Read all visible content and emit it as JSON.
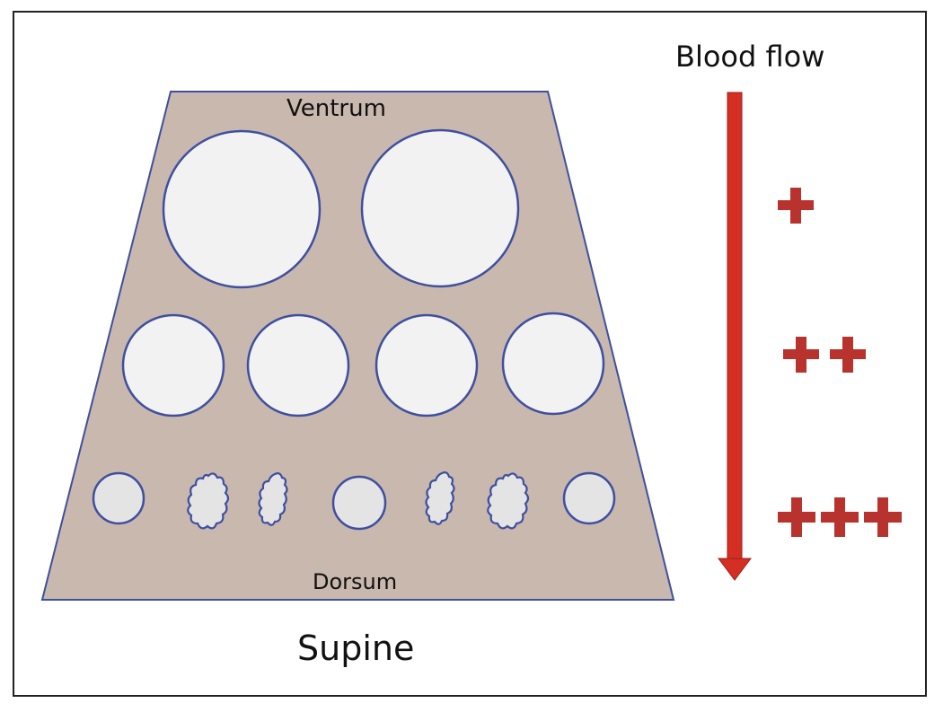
{
  "labels": {
    "top": "Ventrum",
    "bottom": "Dorsum",
    "position": "Supine",
    "flow": "Blood flow"
  },
  "gradient": [
    {
      "level": "ventral",
      "marker": "+",
      "count": 1
    },
    {
      "level": "middle",
      "marker": "++",
      "count": 2
    },
    {
      "level": "dorsal",
      "marker": "+++",
      "count": 3
    }
  ],
  "alveoli_rows": [
    {
      "row": "ventral",
      "count": 2,
      "state": "open-large"
    },
    {
      "row": "middle",
      "count": 4,
      "state": "open-medium"
    },
    {
      "row": "dorsal",
      "count": 7,
      "pattern": [
        "open",
        "collapsed",
        "collapsed",
        "open",
        "collapsed",
        "collapsed",
        "open"
      ]
    }
  ],
  "colors": {
    "tissue": "#c9b8ad",
    "outline": "#3f4fa0",
    "alveolus": "#f2f2f2",
    "alveolus_small": "#e4e4e4",
    "arrow": "#d52f24",
    "plus": "#b8332e"
  }
}
